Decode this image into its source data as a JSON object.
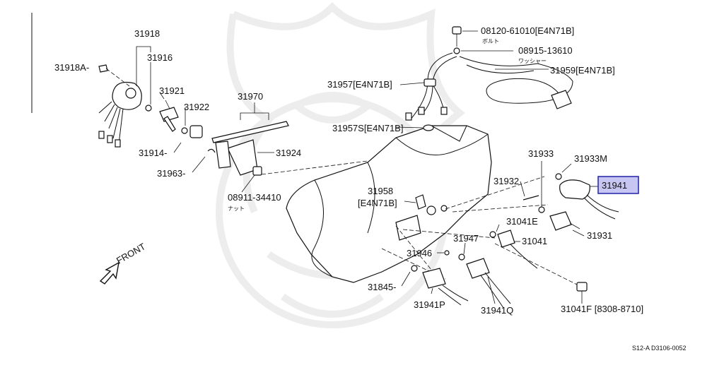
{
  "labels": {
    "p31918": "31918",
    "p31916": "31916",
    "p31918A": "31918A-",
    "p31921": "31921",
    "p31922": "31922",
    "p31914": "31914-",
    "p31963": "31963-",
    "p31970": "31970",
    "p31924": "31924",
    "p08911": "08911-34410",
    "p08911_jp": "ナット",
    "p31958a": "31958",
    "p31958b": "[E4N71B]",
    "p08120": "08120-61010[E4N71B]",
    "p08120_jp": "ボルト",
    "p08915": "08915-13610",
    "p08915_jp": "ワッシャー",
    "p31959": "31959[E4N71B]",
    "p31957": "31957[E4N71B]",
    "p31957s": "31957S[E4N71B]",
    "p31933": "31933",
    "p31933M": "31933M",
    "p31932": "31932",
    "p31941": "31941",
    "p31041E": "31041E",
    "p31931": "31931",
    "p31947": "31947",
    "p31041": "31041",
    "p31946": "31946",
    "p31845": "31845-",
    "p31941P": "31941P",
    "p31941Q": "31941Q",
    "p31041F": "31041F [8308-8710]",
    "front": "FRONT",
    "footer_code": "S12-A D3106-0052"
  },
  "colors": {
    "highlight_fill": "#c7c6f2",
    "highlight_stroke": "#2d2db0",
    "watermark": "#ededed",
    "line": "#111111"
  },
  "icons": {
    "front_arrow": "arrow-down-left-icon"
  }
}
